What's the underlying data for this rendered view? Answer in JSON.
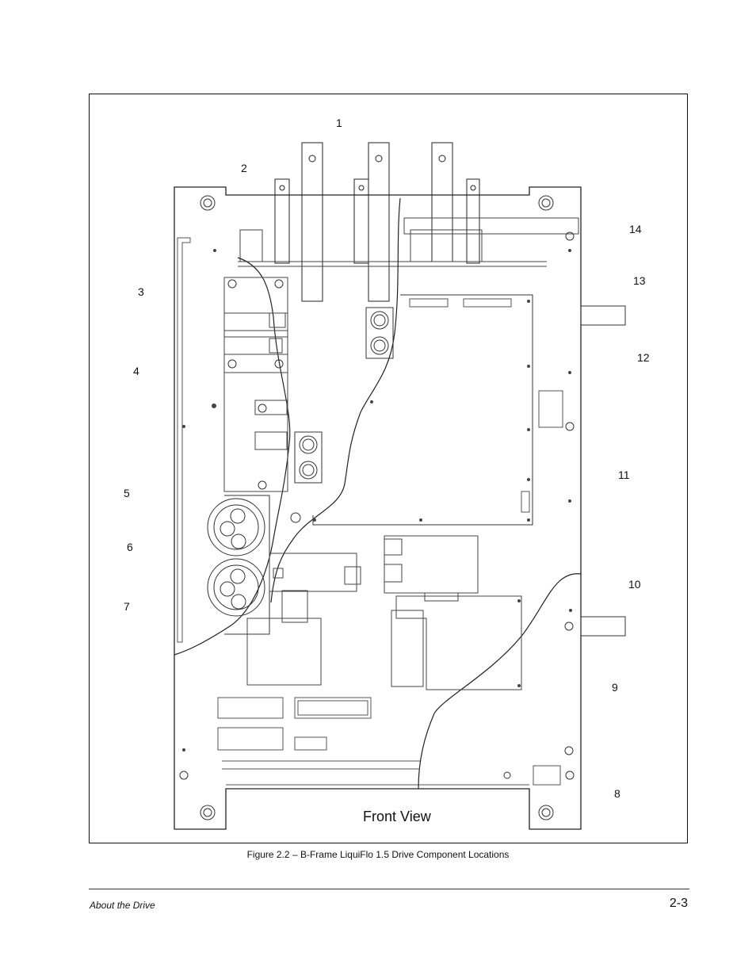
{
  "figure": {
    "view_label": "Front View",
    "caption": "Figure 2.2 – B-Frame LiquiFlo 1.5 Drive Component Locations",
    "callouts": [
      "1",
      "2",
      "3",
      "4",
      "5",
      "6",
      "7",
      "8",
      "9",
      "10",
      "11",
      "12",
      "13",
      "14"
    ]
  },
  "footer": {
    "section": "About the Drive",
    "page": "2-3"
  }
}
